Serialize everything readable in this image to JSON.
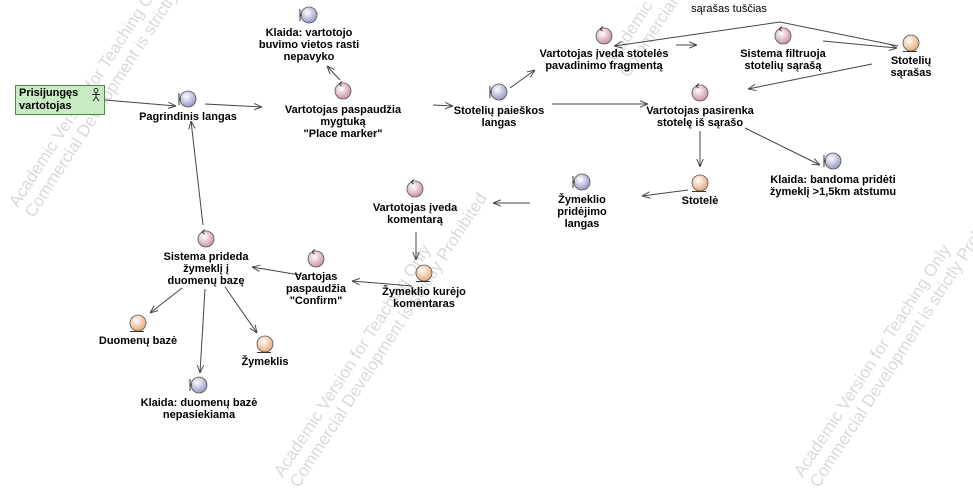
{
  "watermark": {
    "line1": "Academic Version for Teaching Only",
    "line2": "Commercial Development is strictly Prohibited"
  },
  "actor": {
    "label": "Prisijungęs\nvartotojas"
  },
  "nodes": [
    {
      "id": "pagrindinis",
      "kind": "boundary",
      "label": "Pagrindinis langas"
    },
    {
      "id": "klaida_vieta",
      "kind": "boundary",
      "label": "Klaida: vartotojo\nbuvimo vietos rasti\nnepavyko"
    },
    {
      "id": "place_marker",
      "kind": "control",
      "label": "Vartotojas paspaudžia\nmygtuką\n\"Place marker\""
    },
    {
      "id": "paieskos",
      "kind": "boundary",
      "label": "Stotelių paieškos\nlangas"
    },
    {
      "id": "iveda_fragmenta",
      "kind": "control",
      "label": "Vartotojas įveda stotelės\npavadinimo fragmentą"
    },
    {
      "id": "filtruoja",
      "kind": "control",
      "label": "Sistema filtruoja\nstotelių sąrašą"
    },
    {
      "id": "sarasas",
      "kind": "entity",
      "label": "Stotelių sąrašas"
    },
    {
      "id": "pasirenka",
      "kind": "control",
      "label": "Vartotojas pasirenka\nstotelę iš sąrašo"
    },
    {
      "id": "klaida_atstumas",
      "kind": "boundary",
      "label": "Klaida: bandoma pridėti\nžymeklį >1,5km atstumu"
    },
    {
      "id": "stotele",
      "kind": "entity",
      "label": "Stotelė"
    },
    {
      "id": "pridejimo",
      "kind": "boundary",
      "label": "Žymeklio\npridėjimo\nlangas"
    },
    {
      "id": "iveda_komentara",
      "kind": "control",
      "label": "Vartotojas įveda\nkomentarą"
    },
    {
      "id": "kurejo",
      "kind": "entity",
      "label": "Žymeklio kurėjo\nkomentaras"
    },
    {
      "id": "confirm",
      "kind": "control",
      "label": "Vartojas\npaspaudžia\n\"Confirm\""
    },
    {
      "id": "prideda",
      "kind": "control",
      "label": "Sistema prideda\nžymeklį į\nduomenų bazę"
    },
    {
      "id": "duomenu_baze",
      "kind": "entity",
      "label": "Duomenų bazė"
    },
    {
      "id": "zymeklis",
      "kind": "entity",
      "label": "Žymeklis"
    },
    {
      "id": "klaida_db",
      "kind": "boundary",
      "label": "Klaida: duomenų bazė\nnepasiekiama"
    }
  ],
  "edges": [
    {
      "from": "actor",
      "to": "pagrindinis"
    },
    {
      "from": "pagrindinis",
      "to": "place_marker"
    },
    {
      "from": "place_marker",
      "to": "klaida_vieta"
    },
    {
      "from": "place_marker",
      "to": "paieskos"
    },
    {
      "from": "paieskos",
      "to": "iveda_fragmenta"
    },
    {
      "from": "paieskos",
      "to": "pasirenka"
    },
    {
      "from": "iveda_fragmenta",
      "to": "filtruoja"
    },
    {
      "from": "filtruoja",
      "to": "sarasas"
    },
    {
      "from": "sarasas",
      "to": "iveda_fragmenta",
      "label": "sąrašas tuščias"
    },
    {
      "from": "sarasas",
      "to": "pasirenka"
    },
    {
      "from": "pasirenka",
      "to": "klaida_atstumas"
    },
    {
      "from": "pasirenka",
      "to": "stotele"
    },
    {
      "from": "stotele",
      "to": "pridejimo"
    },
    {
      "from": "pridejimo",
      "to": "iveda_komentara"
    },
    {
      "from": "iveda_komentara",
      "to": "kurejo"
    },
    {
      "from": "kurejo",
      "to": "confirm"
    },
    {
      "from": "confirm",
      "to": "prideda"
    },
    {
      "from": "prideda",
      "to": "pagrindinis"
    },
    {
      "from": "prideda",
      "to": "duomenu_baze"
    },
    {
      "from": "prideda",
      "to": "zymeklis"
    },
    {
      "from": "prideda",
      "to": "klaida_db"
    }
  ],
  "colors": {
    "boundary": "#8f8fc4",
    "control": "#c78a9c",
    "entity": "#e6a36a",
    "actor_fill": "#c8ebc3",
    "actor_border": "#4a8a44",
    "line": "#444444",
    "watermark": "#d9d9d9"
  }
}
